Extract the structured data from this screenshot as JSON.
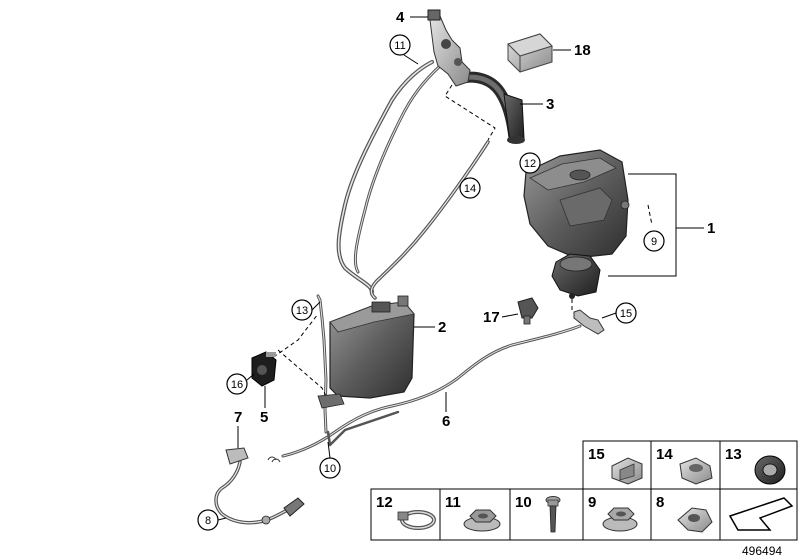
{
  "diagram_id": "496494",
  "callouts": {
    "p1": "1",
    "p2": "2",
    "p3": "3",
    "p4": "4",
    "p5": "5",
    "p6": "6",
    "p7": "7",
    "p8": "8",
    "p9": "9",
    "p10": "10",
    "p11": "11",
    "p12": "12",
    "p13": "13",
    "p14": "14",
    "p15": "15",
    "p16": "16",
    "p17": "17",
    "p18": "18"
  },
  "legend": {
    "top_row": [
      "15",
      "14",
      "13"
    ],
    "bottom_row": [
      "12",
      "11",
      "10",
      "9",
      "8"
    ]
  }
}
